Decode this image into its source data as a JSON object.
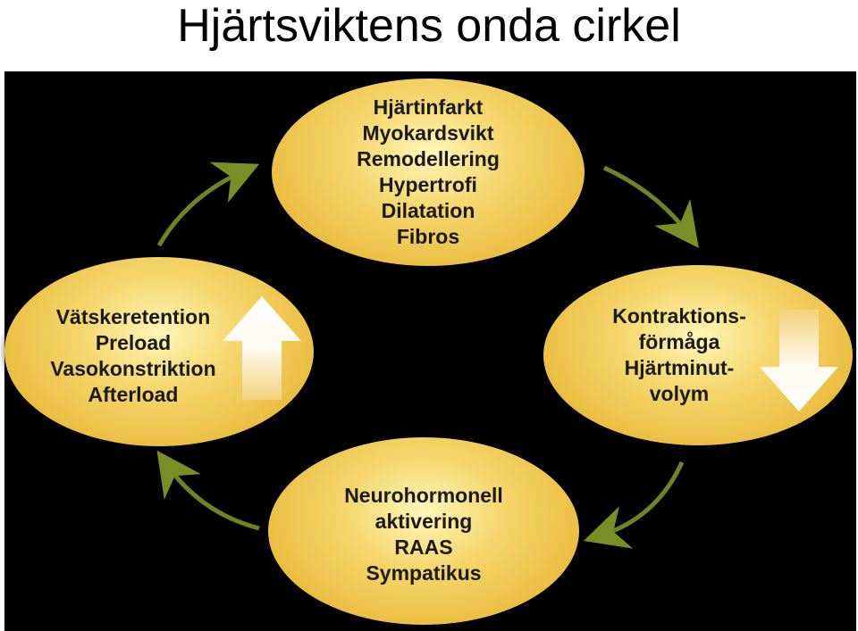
{
  "title": "Hjärtsviktens onda cirkel",
  "nodes": {
    "top": [
      "Hjärtinfarkt",
      "Myokardsvikt",
      "Remodellering",
      "Hypertrofi",
      "Dilatation",
      "Fibros"
    ],
    "right": [
      "Kontraktions-",
      "förmåga",
      "Hjärtminut-",
      "volym"
    ],
    "bottom": [
      "Neurohormonell",
      "aktivering",
      "RAAS",
      "Sympatikus"
    ],
    "left": [
      "Vätskeretention",
      "Preload",
      "Vasokonstriktion",
      "Afterload"
    ]
  },
  "indicators": {
    "left": "up-arrow-icon",
    "right": "down-arrow-icon"
  },
  "colors": {
    "background": "#000000",
    "ellipse": "#f5d76e",
    "cycle_arrow": "#6b7d22"
  }
}
